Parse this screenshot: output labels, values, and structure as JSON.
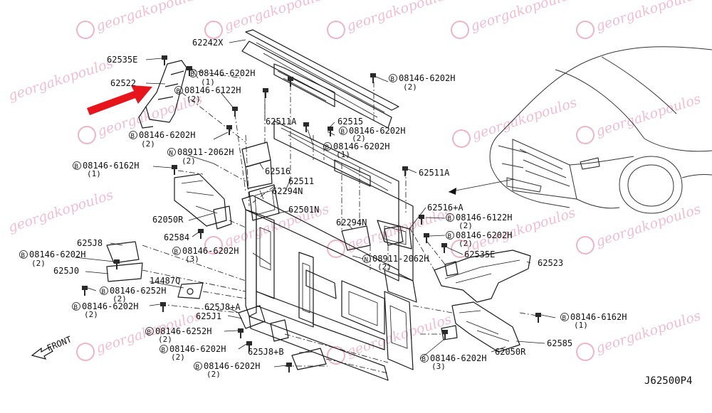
{
  "diagram": {
    "reference_code": "J62500P4",
    "front_label": "FRONT",
    "watermark_text": "georgakopoulos",
    "watermark_logo": "gk-monogram-logo",
    "highlight_color": "#e8141c",
    "watermark_color": "#e58aa6",
    "callouts": {
      "c62242x": "62242X",
      "c62535e_l": "62535E",
      "c62522": "62522",
      "b6202_tl": "08146-6202H",
      "b6202_tl_q": "(1)",
      "b6122_l": "08146-6122H",
      "b6122_l_q": "(2)",
      "b6202_tr": "08146-6202H",
      "b6202_tr_q": "(2)",
      "c62511a_t": "62511A",
      "c62515": "62515",
      "b6202_m1": "08146-6202H",
      "b6202_m1_q": "(2)",
      "b6202_l2": "08146-6202H",
      "b6202_l2_q": "(2)",
      "b6202_m2": "08146-6202H",
      "b6202_m2_q": "(1)",
      "n2062_l": "08911-2062H",
      "n2062_l_q": "(2)",
      "b6162_l": "08146-6162H",
      "b6162_l_q": "(1)",
      "c62516": "62516",
      "c62511": "62511",
      "c62294n_t": "62294N",
      "c62511a_r": "62511A",
      "c62516a": "62516+A",
      "b6122_r": "08146-6122H",
      "b6122_r_q": "(2)",
      "c62050r_l": "62050R",
      "c62501n": "62501N",
      "c62294n_m": "62294N",
      "c62584": "62584",
      "b6202_r": "08146-6202H",
      "b6202_r_q": "(2)",
      "c625j8": "625J8",
      "b6202_ml": "08146-6202H",
      "b6202_ml_q": "(3)",
      "c62535e_r": "62535E",
      "b6202_ll": "08146-6202H",
      "b6202_ll_q": "(2)",
      "n2062_r": "08911-2062H",
      "n2062_r_q": "(2)",
      "c62523": "62523",
      "c625j0": "625J0",
      "c14487q": "14487Q",
      "b6252_l": "08146-6252H",
      "b6252_l_q": "(2)",
      "b6202_l3": "08146-6202H",
      "b6202_l3_q": "(2)",
      "c625j8a": "625J8+A",
      "c625j1": "625J1",
      "b6162_r": "08146-6162H",
      "b6162_r_q": "(1)",
      "b6252_m": "08146-6252H",
      "b6252_m_q": "(2)",
      "c62585": "62585",
      "b6202_b1": "08146-6202H",
      "b6202_b1_q": "(2)",
      "c625j8b": "625J8+B",
      "c62050r_r": "62050R",
      "b6202_b2": "08146-6202H",
      "b6202_b2_q": "(3)",
      "b6202_b3": "08146-6202H",
      "b6202_b3_q": "(2)",
      "prefix_b": "B",
      "prefix_n": "N"
    }
  }
}
